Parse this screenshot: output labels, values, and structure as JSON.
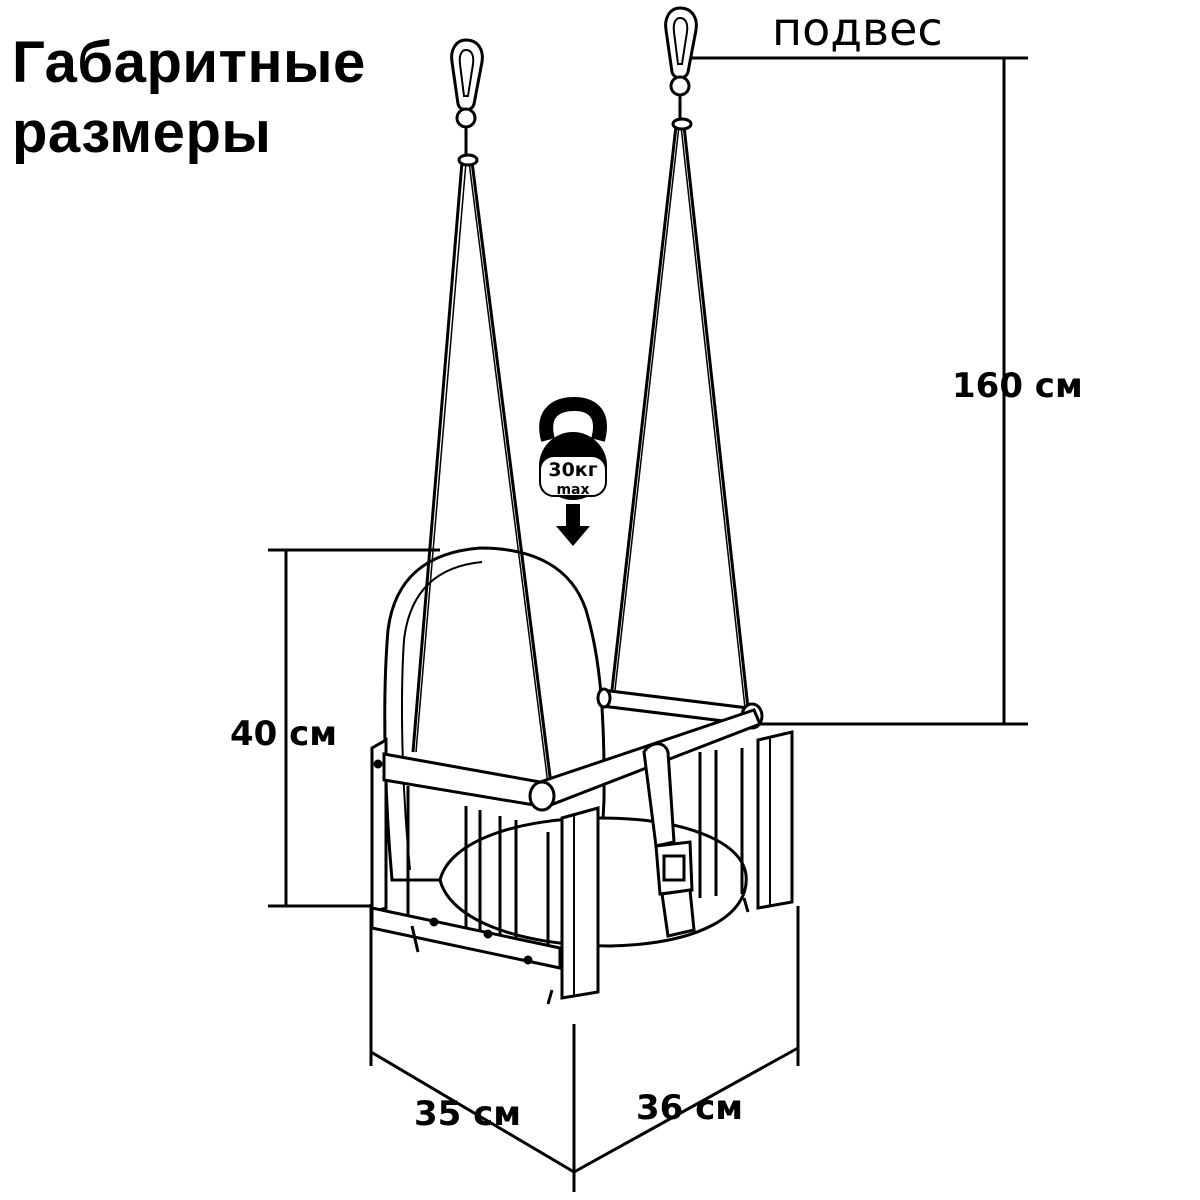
{
  "title": {
    "line1": "Габаритные",
    "line2": "размеры"
  },
  "labels": {
    "suspension": "подвес",
    "height_total": "160 см",
    "seat_height": "40 см",
    "depth": "35 см",
    "width": "36 см"
  },
  "weight_badge": {
    "value": "30кг",
    "sub": "max",
    "icon": "kettlebell-icon",
    "arrow_icon": "arrow-down-icon"
  }
}
